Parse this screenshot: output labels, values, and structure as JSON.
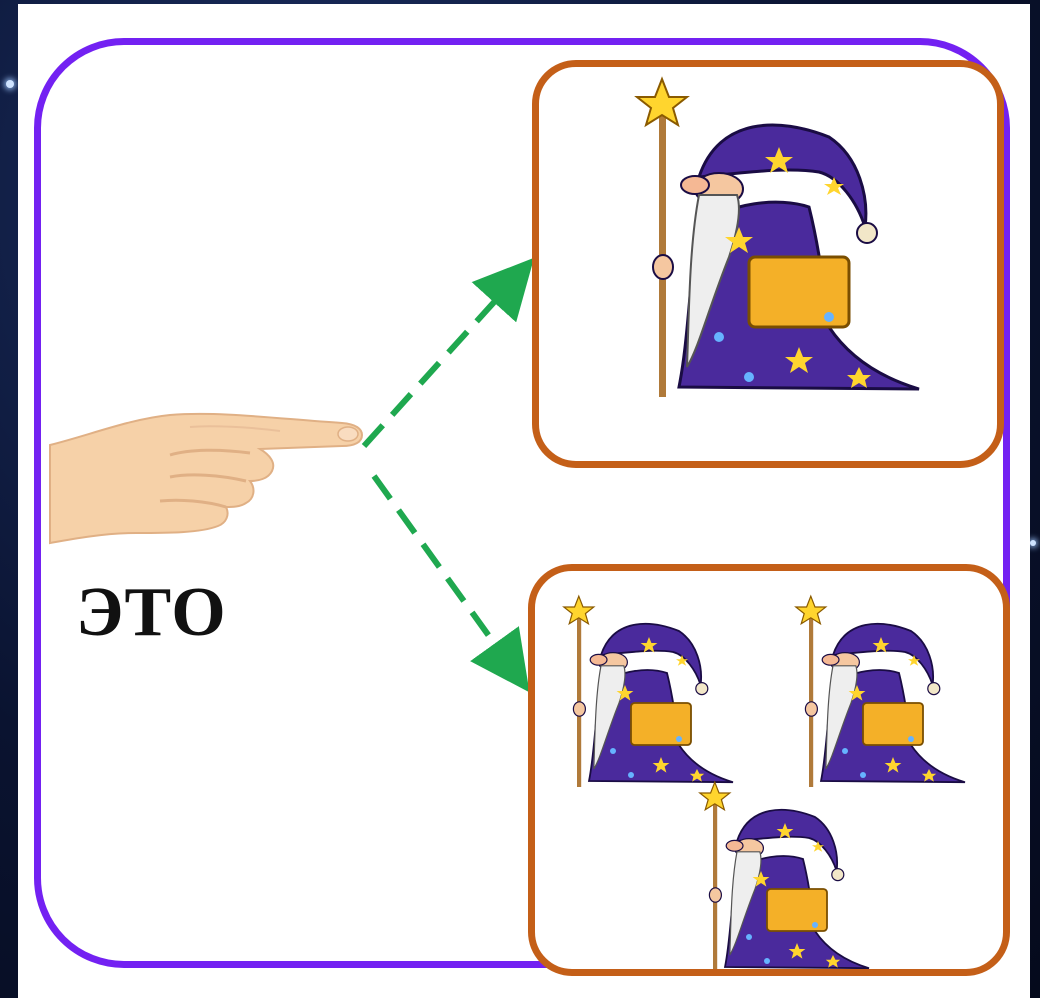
{
  "slide": {
    "word": "ЭТО"
  },
  "colors": {
    "frame_border": "#7321f2",
    "card_border": "#c45f18",
    "arrow": "#1fa84f",
    "background": "#0a1330"
  },
  "cards": [
    {
      "id": "single",
      "wizard_count": 1
    },
    {
      "id": "many",
      "wizard_count": 3
    }
  ],
  "icons": [
    "pointing-hand-icon",
    "wizard-icon",
    "dashed-arrow-icon"
  ]
}
